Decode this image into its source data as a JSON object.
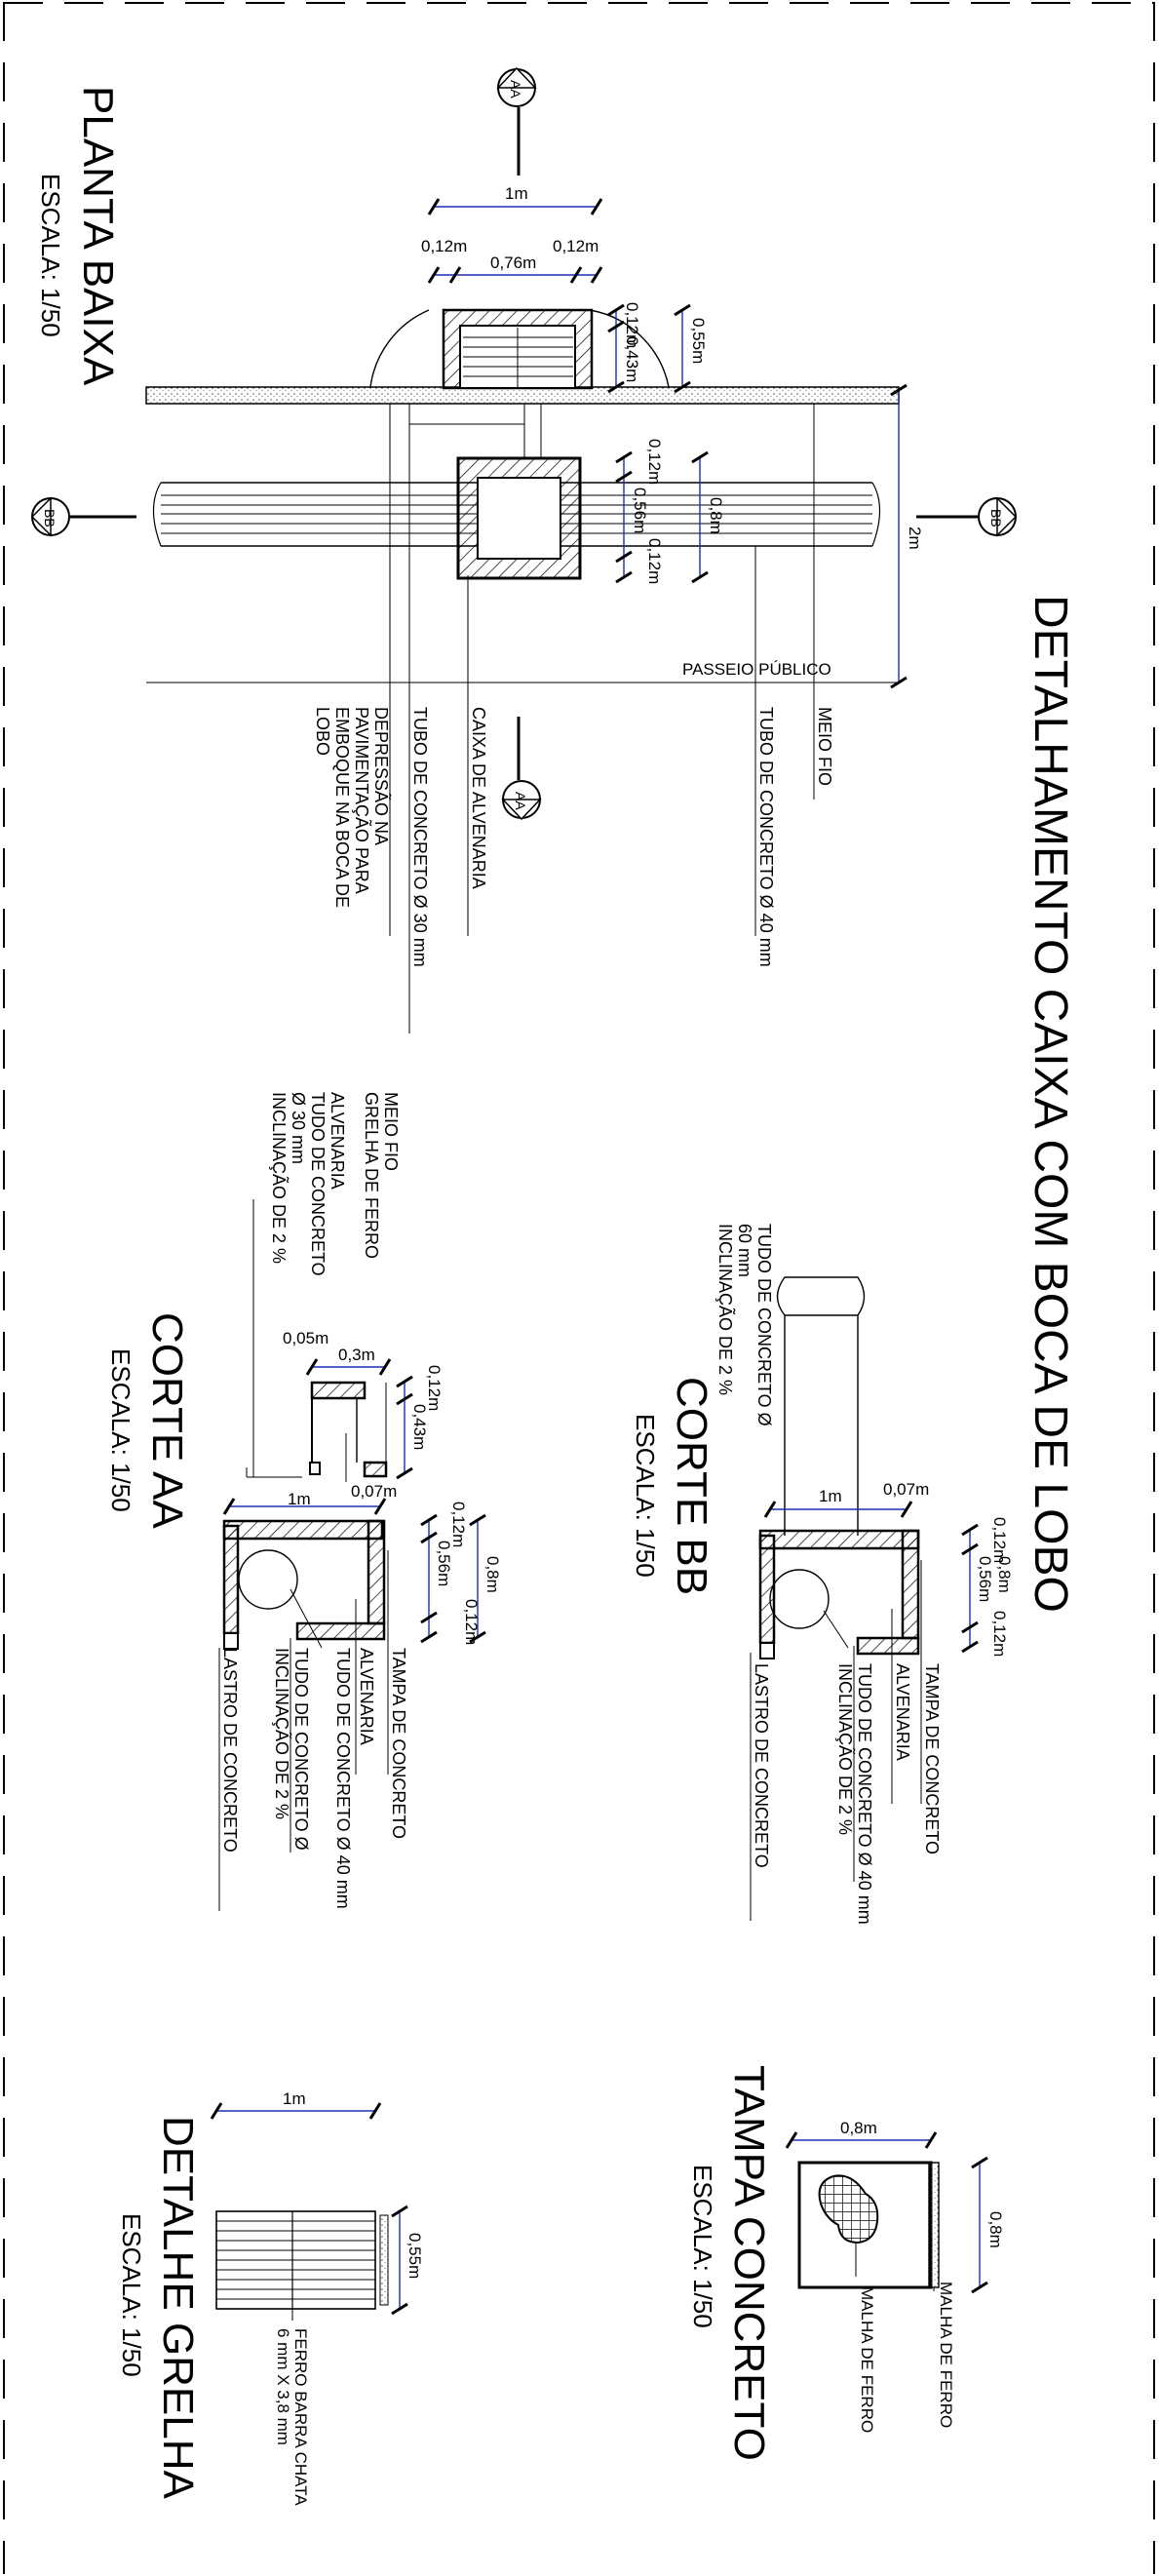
{
  "title": "DETALHAMENTO CAIXA COM BOCA DE LOBO",
  "planta": {
    "title": "PLANTA BAIXA",
    "scale": "ESCALA: 1/50",
    "section_aa": "AA",
    "section_bb": "BB",
    "dims": {
      "w1": "1m",
      "w2": "0,12m",
      "w3": "0,76m",
      "w4": "0,12m",
      "h1": "0,12m",
      "h2": "0,43m",
      "h3": "0,55m",
      "v1": "0,12m",
      "v2": "0,56m",
      "v3": "0,12m",
      "v4": "0,8m",
      "v5": "2m"
    },
    "labels": {
      "passeio": "PASSEIO PÚBLICO",
      "meio_fio": "MEIO FIO",
      "tubo40": "TUBO  DE CONCRETO Ø 40 mm",
      "caixa": "CAIXA DE ALVENARIA",
      "tubo30": "TUBO  DE CONCRETO Ø 30 mm",
      "depressao": [
        "DEPRESSÃO NA",
        "PAVIMENTAÇÃO PARA",
        "EMBOQUE NA BOCA DE",
        "LOBO"
      ]
    }
  },
  "corte_bb": {
    "title": "CORTE BB",
    "scale": "ESCALA: 1/50",
    "dims": {
      "d1": "0,07m",
      "d2": "1m",
      "d3": "0,12m",
      "d4": "0,56m",
      "d5": "0,12m",
      "d6": "0,8m"
    },
    "tube_labels": [
      "TUDO DE CONCRETO Ø",
      "60 mm",
      "INCLINAÇÃO DE 2 %"
    ],
    "labels": {
      "tampa": "TAMPA DE CONCRETO",
      "alvenaria": "ALVENARIA",
      "tudo1": "TUDO DE CONCRETO Ø 40 mm",
      "tudo2": "INCLINAÇÃO DE 2 %",
      "lastro": "LASTRO DE CONCRETO"
    }
  },
  "corte_aa": {
    "title": "CORTE AA",
    "scale": "ESCALA: 1/50",
    "dims": {
      "g1": "0,12m",
      "g2": "0,43m",
      "g3": "0,3m",
      "g4": "0,05m",
      "g5": "0,07m",
      "g6": "1m",
      "g7": "0,12m",
      "g8": "0,56m",
      "g9": "0,12m",
      "g10": "0,8m"
    },
    "left_labels": [
      "MEIO FIO",
      "GRELHA DE FERRO",
      "ALVENARIA",
      "TUDO DE CONCRETO",
      "Ø 30 mm",
      "INCLINAÇÃO DE 2 %"
    ],
    "labels": {
      "tampa": "TAMPA DE CONCRETO",
      "alvenaria": "ALVENARIA",
      "tudo40": "TUDO DE CONCRETO Ø 40 mm",
      "tudo_a": "TUDO DE CONCRETO Ø",
      "tudo_b": "INCLINAÇÃO DE 2 %",
      "lastro": "LASTRO DE CONCRETO"
    }
  },
  "grelha": {
    "title": "DETALHE GRELHA",
    "scale": "ESCALA: 1/50",
    "dims": {
      "w": "1m",
      "h": "0,55m"
    },
    "labels": [
      "FERRO BARRA CHATA",
      "6 mm X 3,8 mm"
    ]
  },
  "tampa": {
    "title": "TAMPA CONCRETO",
    "scale": "ESCALA: 1/50",
    "dims": {
      "w": "0,8m",
      "h": "0,8m"
    },
    "labels": {
      "malha1": "MALHA DE FERRO",
      "malha2": "MALHA DE FERRO"
    }
  }
}
